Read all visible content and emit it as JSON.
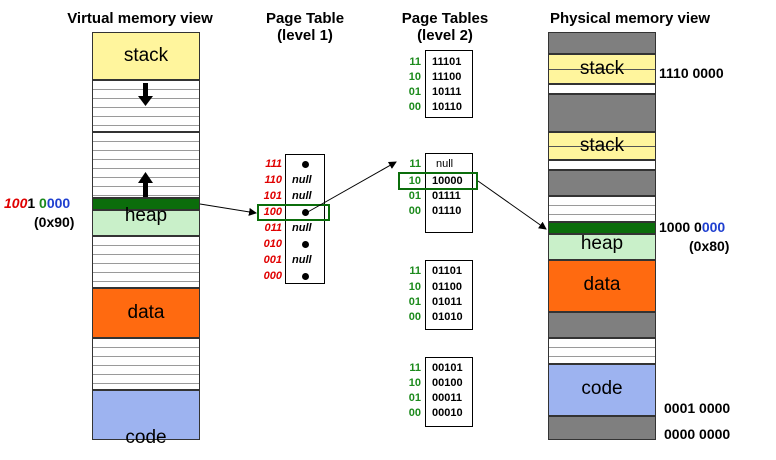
{
  "titles": {
    "virtual": "Virtual memory view",
    "pt1_line1": "Page Table",
    "pt1_line2": "(level 1)",
    "pt2_line1": "Page Tables",
    "pt2_line2": "(level 2)",
    "physical": "Physical memory view"
  },
  "labels": {
    "stack": "stack",
    "heap": "heap",
    "data": "data",
    "code": "code"
  },
  "virtual_addr": {
    "part_red": "100",
    "part_black": "1",
    "part_green": " 0",
    "part_blue": "000",
    "hex": "(0x90)"
  },
  "level1": {
    "indices": [
      "111",
      "110",
      "101",
      "100",
      "011",
      "010",
      "001",
      "000"
    ],
    "values": [
      "",
      "null",
      "null",
      "",
      "null",
      "",
      "null",
      ""
    ]
  },
  "level2": [
    {
      "indices": [
        "11",
        "10",
        "01",
        "00"
      ],
      "values": [
        "11101",
        "11100",
        "10111",
        "10110"
      ]
    },
    {
      "indices": [
        "11",
        "10",
        "01",
        "00"
      ],
      "values": [
        "null",
        "10000",
        "01111",
        "01110"
      ]
    },
    {
      "indices": [
        "11",
        "10",
        "01",
        "00"
      ],
      "values": [
        "01101",
        "01100",
        "01011",
        "01010"
      ]
    },
    {
      "indices": [
        "11",
        "10",
        "01",
        "00"
      ],
      "values": [
        "00101",
        "00100",
        "00011",
        "00010"
      ]
    }
  ],
  "physical_addrs": {
    "stack_top": "1110 0000",
    "heap_black": "1000 0",
    "heap_blue": "000",
    "heap_hex": "(0x80)",
    "code": "0001 0000",
    "bottom": "0000 0000"
  },
  "colors": {
    "stack": "#fff59d",
    "heap": "#c9f0c9",
    "heap_bar": "#0b6d0b",
    "data": "#ff6a10",
    "code": "#9db3f0",
    "index_red": "#e00000",
    "index_green": "#1c8a1c",
    "addr_blue": "#1f3fd0",
    "unused": "#7f7f7f"
  }
}
